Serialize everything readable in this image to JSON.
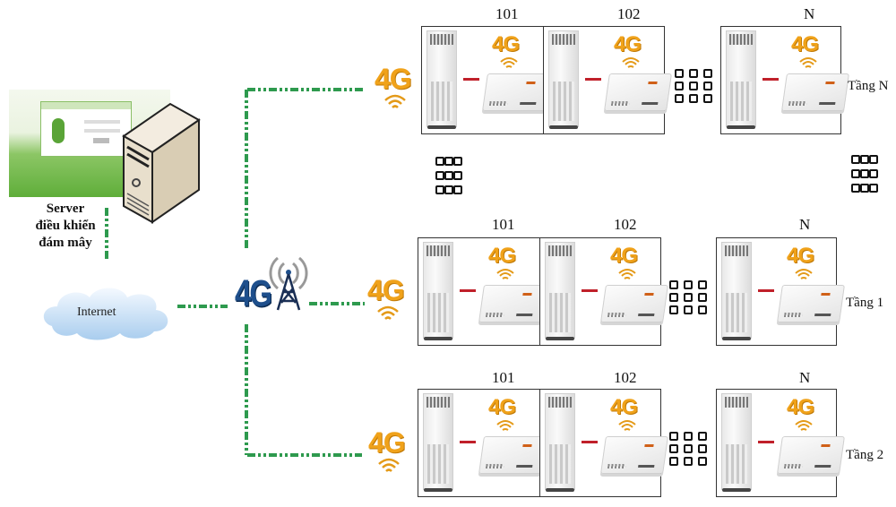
{
  "server": {
    "label_line1": "Server",
    "label_line2": "điều khiển",
    "label_line3": "đám mây"
  },
  "internet": {
    "label": "Internet"
  },
  "tower": {
    "label": "4G"
  },
  "badge_4g": "4G",
  "floors": [
    {
      "name": "Tầng N",
      "units": [
        "101",
        "102",
        "N"
      ]
    },
    {
      "name": "Tầng 1",
      "units": [
        "101",
        "102",
        "N"
      ]
    },
    {
      "name": "Tầng 2",
      "units": [
        "101",
        "102",
        "N"
      ]
    }
  ],
  "colors": {
    "link_green": "#2e9a4e",
    "link_red": "#c0202a",
    "badge_orange": "#f0a21a",
    "tower_blue": "#1e4f8c"
  }
}
